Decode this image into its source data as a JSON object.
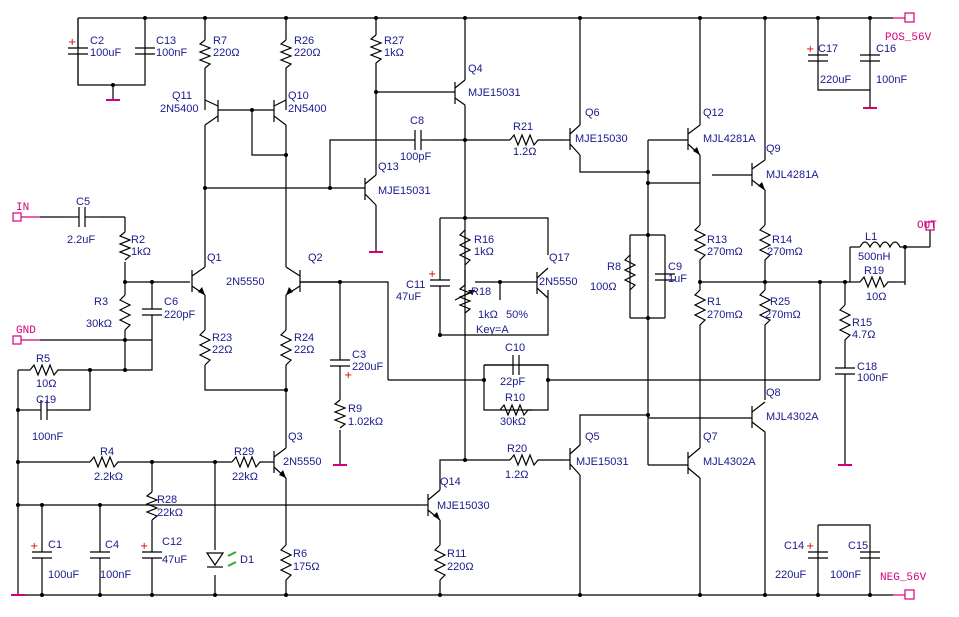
{
  "ports": {
    "pos": "POS_56V",
    "neg": "NEG_56V",
    "in": "IN",
    "gnd": "GND",
    "out": "OUT"
  },
  "components": {
    "C2": {
      "ref": "C2",
      "value": "100uF"
    },
    "C13": {
      "ref": "C13",
      "value": "100nF"
    },
    "R7": {
      "ref": "R7",
      "value": "220Ω"
    },
    "R26": {
      "ref": "R26",
      "value": "220Ω"
    },
    "R27": {
      "ref": "R27",
      "value": "1kΩ"
    },
    "Q4": {
      "ref": "Q4",
      "value": "MJE15031"
    },
    "Q11": {
      "ref": "Q11",
      "value": "2N5400"
    },
    "Q10": {
      "ref": "Q10",
      "value": "2N5400"
    },
    "C8": {
      "ref": "C8",
      "value": "100pF"
    },
    "R21": {
      "ref": "R21",
      "value": "1.2Ω"
    },
    "Q6": {
      "ref": "Q6",
      "value": "MJE15030"
    },
    "Q12": {
      "ref": "Q12",
      "value": "MJL4281A"
    },
    "Q9": {
      "ref": "Q9",
      "value": "MJL4281A"
    },
    "C17": {
      "ref": "C17",
      "value": "220uF"
    },
    "C16": {
      "ref": "C16",
      "value": "100nF"
    },
    "Q13": {
      "ref": "Q13",
      "value": "MJE15031"
    },
    "C5": {
      "ref": "C5",
      "value": "2.2uF"
    },
    "R2": {
      "ref": "R2",
      "value": "1kΩ"
    },
    "Q1": {
      "ref": "Q1",
      "value": ""
    },
    "Q2": {
      "ref": "Q2",
      "value": "2N5550"
    },
    "R16": {
      "ref": "R16",
      "value": "1kΩ"
    },
    "Q17": {
      "ref": "Q17",
      "value": "2N5550"
    },
    "R8": {
      "ref": "R8",
      "value": "100Ω"
    },
    "C9": {
      "ref": "C9",
      "value": "1uF"
    },
    "R13": {
      "ref": "R13",
      "value": "270mΩ"
    },
    "R14": {
      "ref": "R14",
      "value": "270mΩ"
    },
    "L1": {
      "ref": "L1",
      "value": "500nH"
    },
    "R19": {
      "ref": "R19",
      "value": "10Ω"
    },
    "R3": {
      "ref": "R3",
      "value": "30kΩ"
    },
    "C6": {
      "ref": "C6",
      "value": "220pF"
    },
    "C11": {
      "ref": "C11",
      "value": "47uF"
    },
    "R18": {
      "ref": "R18",
      "value": "1kΩ",
      "pot": "50%",
      "key": "Key=A"
    },
    "R1": {
      "ref": "R1",
      "value": "270mΩ"
    },
    "R25": {
      "ref": "R25",
      "value": "270mΩ"
    },
    "R15": {
      "ref": "R15",
      "value": "4.7Ω"
    },
    "R23": {
      "ref": "R23",
      "value": "22Ω"
    },
    "R24": {
      "ref": "R24",
      "value": "22Ω"
    },
    "C3": {
      "ref": "C3",
      "value": "220uF"
    },
    "C10": {
      "ref": "C10",
      "value": "22pF"
    },
    "C18": {
      "ref": "C18",
      "value": "100nF"
    },
    "R5": {
      "ref": "R5",
      "value": "10Ω"
    },
    "C19": {
      "ref": "C19",
      "value": "100nF"
    },
    "R9": {
      "ref": "R9",
      "value": "1.02kΩ"
    },
    "R10": {
      "ref": "R10",
      "value": "30kΩ"
    },
    "Q8": {
      "ref": "Q8",
      "value": "MJL4302A"
    },
    "R4": {
      "ref": "R4",
      "value": "2.2kΩ"
    },
    "R29": {
      "ref": "R29",
      "value": "22kΩ"
    },
    "Q3": {
      "ref": "Q3",
      "value": "2N5550"
    },
    "R20": {
      "ref": "R20",
      "value": "1.2Ω"
    },
    "Q5": {
      "ref": "Q5",
      "value": "MJE15031"
    },
    "Q7": {
      "ref": "Q7",
      "value": "MJL4302A"
    },
    "Q14": {
      "ref": "Q14",
      "value": "MJE15030"
    },
    "R28": {
      "ref": "R28",
      "value": "22kΩ"
    },
    "C1": {
      "ref": "C1",
      "value": "100uF"
    },
    "C4": {
      "ref": "C4",
      "value": "100nF"
    },
    "C12": {
      "ref": "C12",
      "value": "47uF"
    },
    "D1": {
      "ref": "D1",
      "value": ""
    },
    "R6": {
      "ref": "R6",
      "value": "175Ω"
    },
    "R11": {
      "ref": "R11",
      "value": "220Ω"
    },
    "C14": {
      "ref": "C14",
      "value": "220uF"
    },
    "C15": {
      "ref": "C15",
      "value": "100nF"
    }
  },
  "colors": {
    "wire": "#000000",
    "label": "#1a1a8c",
    "port": "#d4007a",
    "polarity": "#d40000",
    "led": "#2aaa2a"
  }
}
